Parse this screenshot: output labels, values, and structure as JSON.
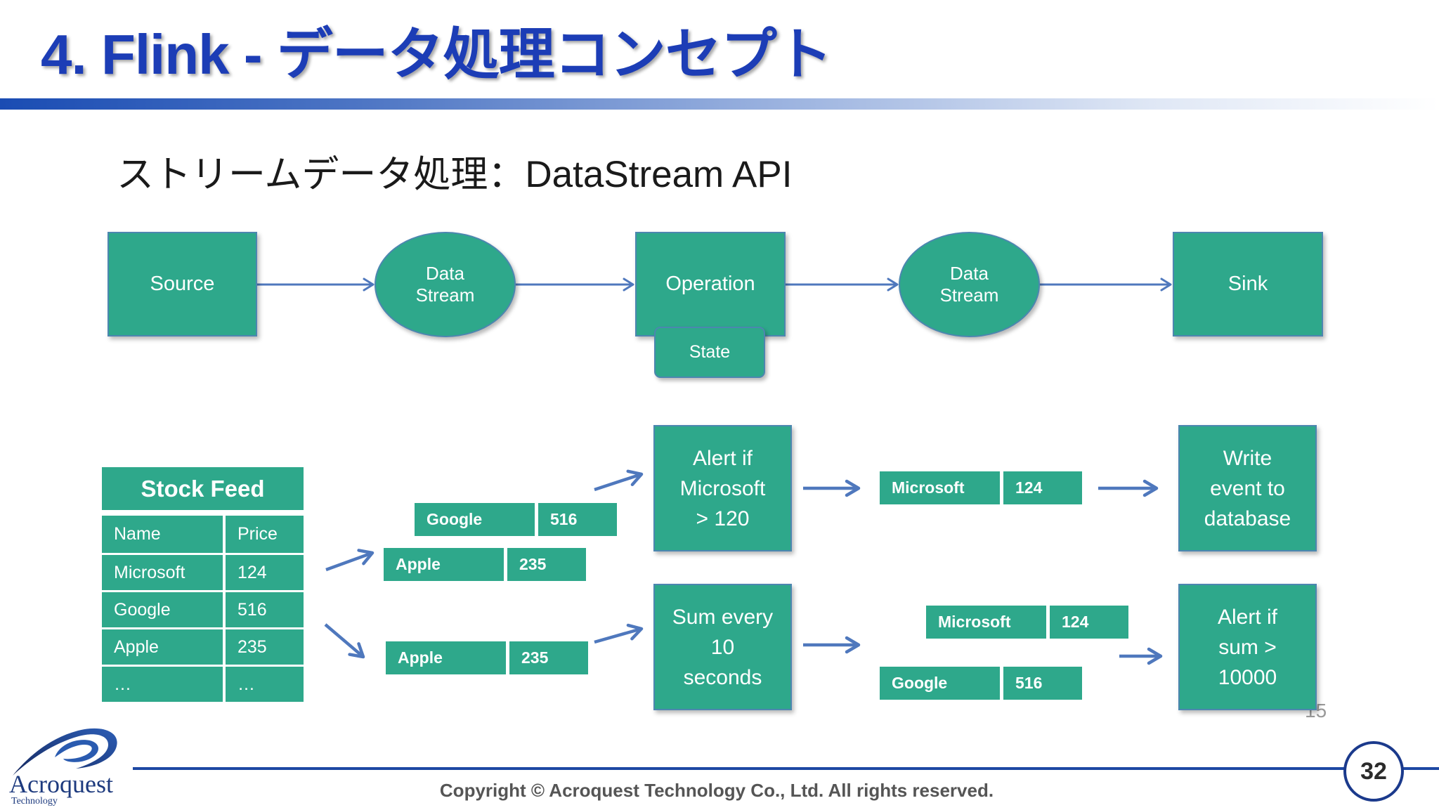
{
  "slide": {
    "title": "4. Flink - データ処理コンセプト",
    "subtitle": "ストリームデータ処理：DataStream API",
    "page_number": "32",
    "stray_page_number": "15"
  },
  "pipeline": {
    "source": "Source",
    "data_stream_in": "Data\nStream",
    "operation": "Operation",
    "state": "State",
    "data_stream_out": "Data\nStream",
    "sink": "Sink"
  },
  "stock_feed": {
    "title": "Stock Feed",
    "columns": [
      "Name",
      "Price"
    ],
    "rows": [
      {
        "name": "Microsoft",
        "price": "124"
      },
      {
        "name": "Google",
        "price": "516"
      },
      {
        "name": "Apple",
        "price": "235"
      },
      {
        "name": "…",
        "price": "…"
      }
    ]
  },
  "example": {
    "alert_inputs": [
      {
        "name": "Google",
        "price": "516"
      },
      {
        "name": "Apple",
        "price": "235"
      }
    ],
    "sum_inputs": [
      {
        "name": "Apple",
        "price": "235"
      }
    ],
    "alert_operation": "Alert if\nMicrosoft\n> 120",
    "sum_operation": "Sum every\n10\nseconds",
    "alert_outputs": [
      {
        "name": "Microsoft",
        "price": "124"
      }
    ],
    "sum_outputs": [
      {
        "name": "Microsoft",
        "price": "124"
      },
      {
        "name": "Google",
        "price": "516"
      }
    ],
    "alert_sink": "Write\nevent to\ndatabase",
    "sum_sink": "Alert if\nsum >\n10000"
  },
  "footer": {
    "logo_name": "Acroquest",
    "logo_subtitle": "Technology",
    "copyright": "Copyright © Acroquest Technology Co., Ltd. All rights reserved."
  },
  "colors": {
    "title_blue": "#1c3db6",
    "box_teal": "#2ea88b",
    "arrow_blue": "#4f78bd",
    "footer_blue": "#1d48a3"
  }
}
